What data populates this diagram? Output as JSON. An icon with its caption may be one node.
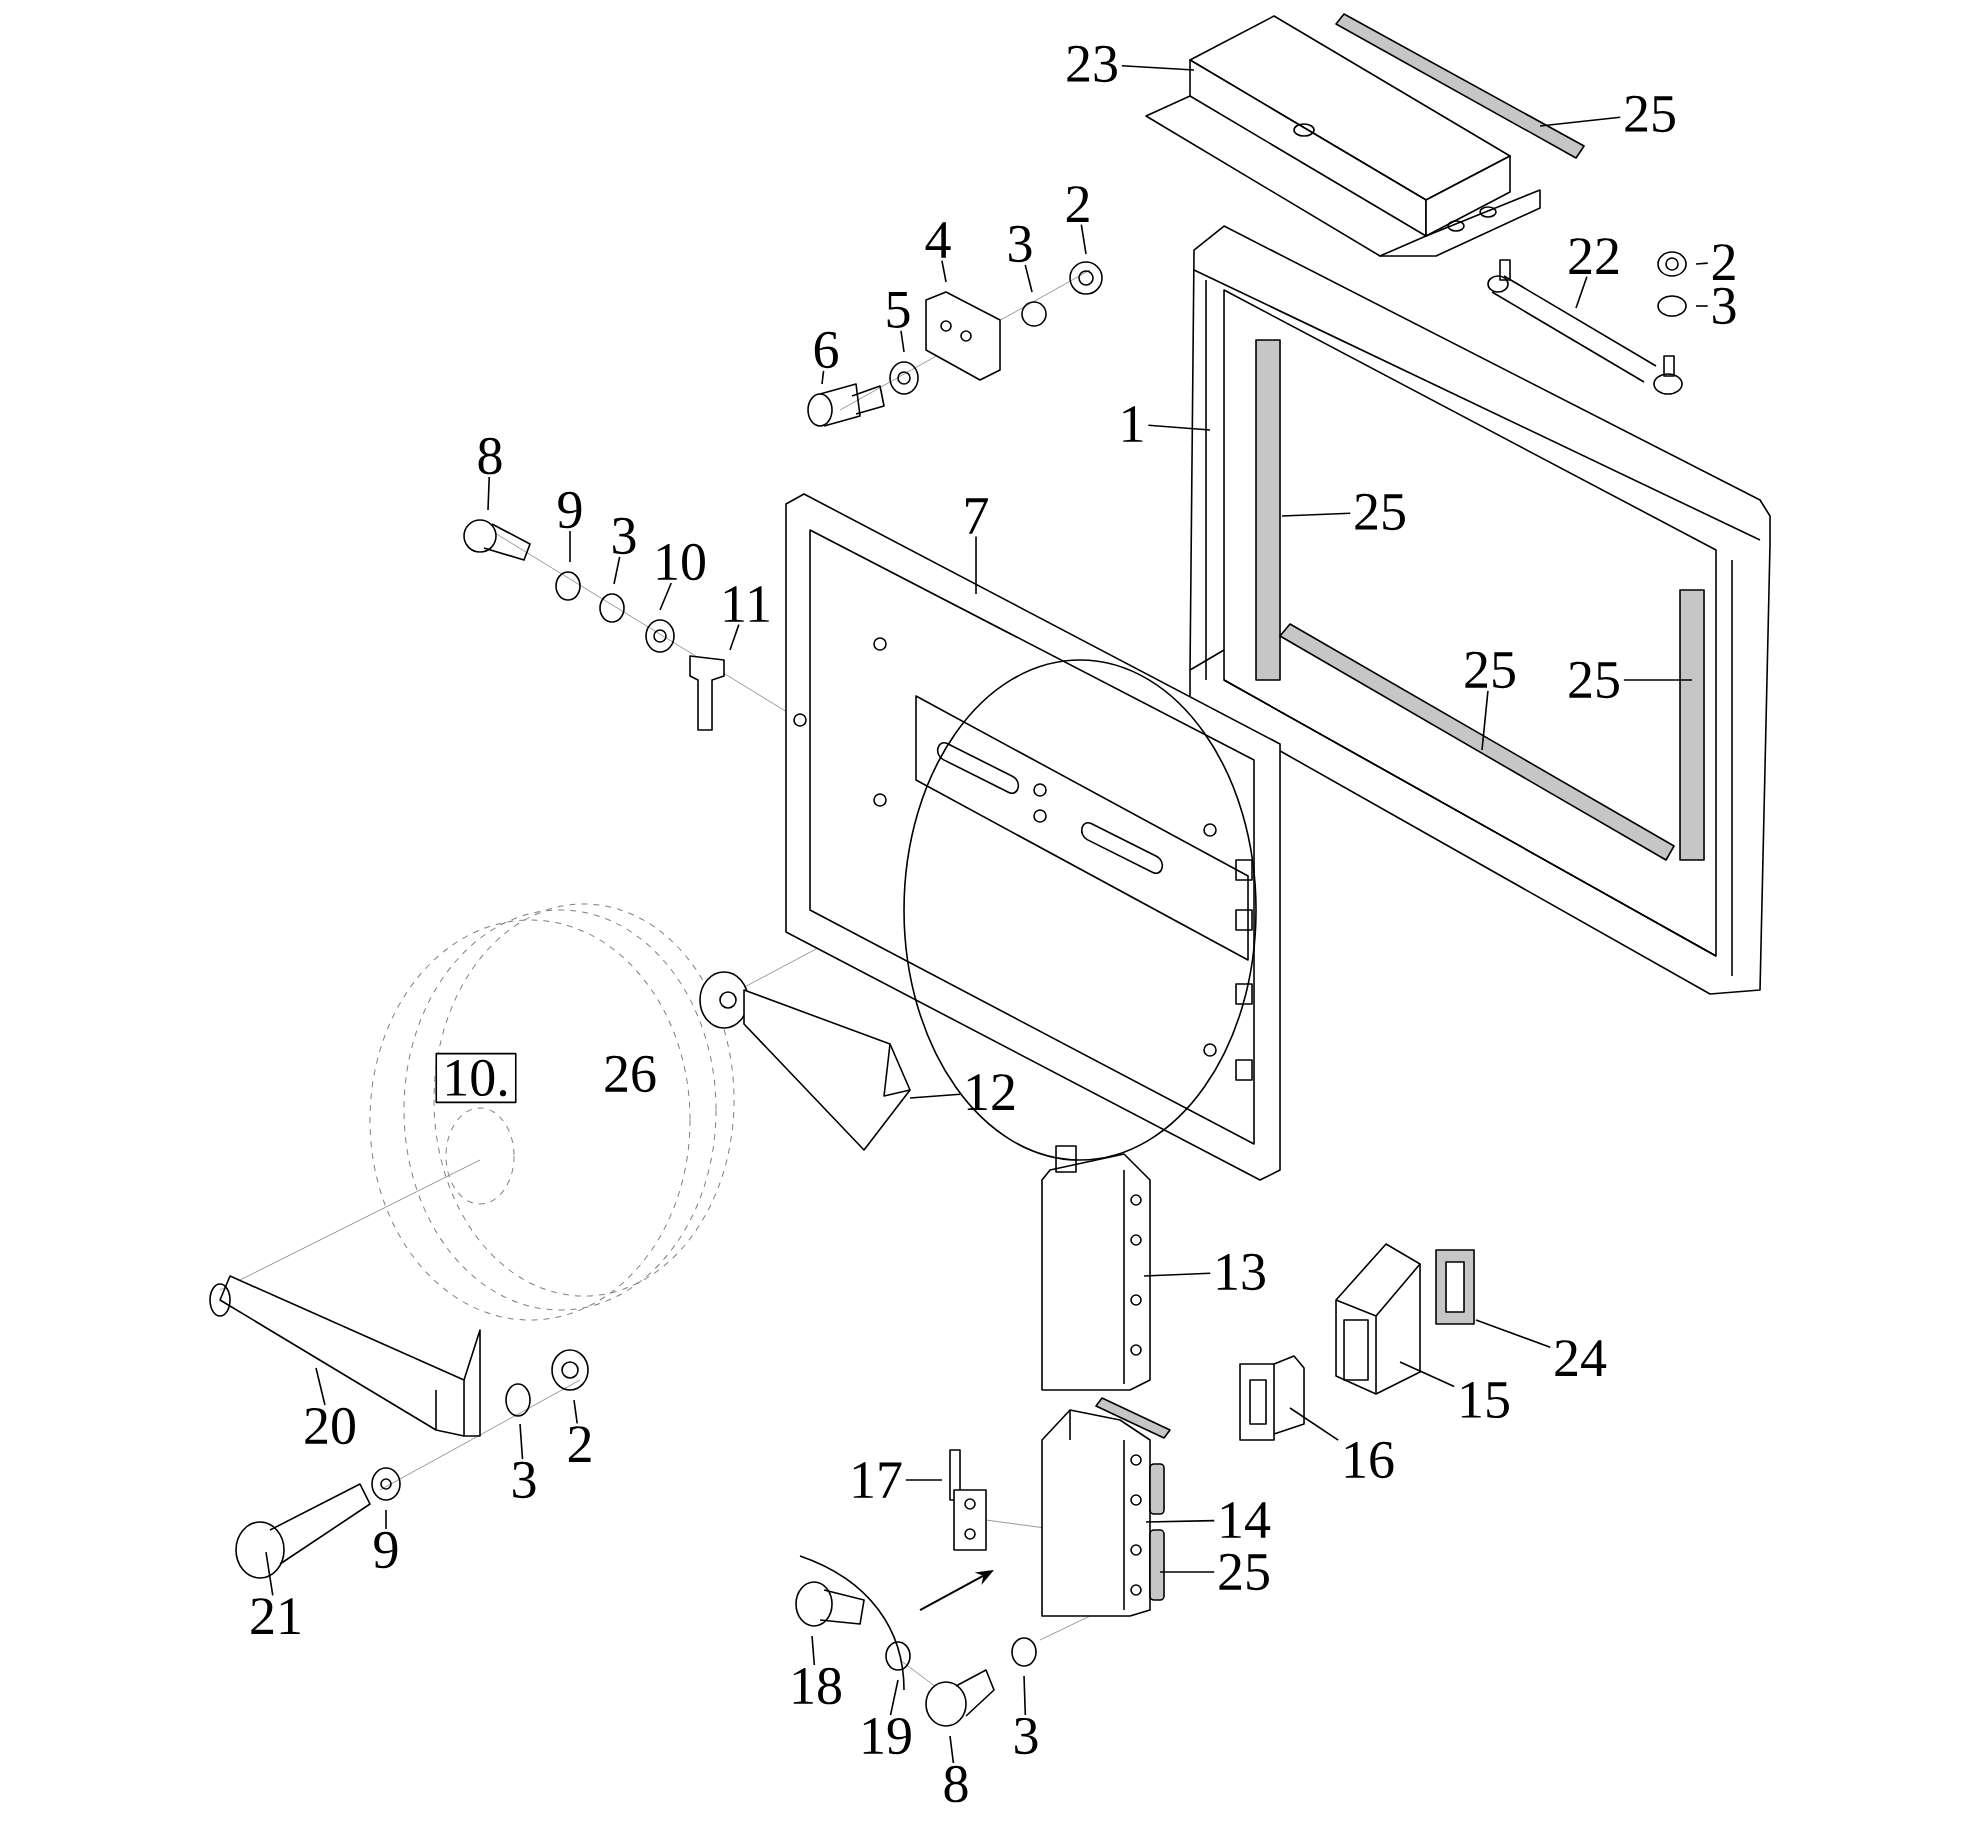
{
  "diagram": {
    "nodes": [
      {
        "text": [
          "23"
        ]
      },
      {
        "text": [
          "25"
        ]
      },
      {
        "text": [
          "2"
        ]
      },
      {
        "text": [
          "4"
        ]
      },
      {
        "text": [
          "3"
        ]
      },
      {
        "text": [
          "22"
        ]
      },
      {
        "text": [
          "2"
        ]
      },
      {
        "text": [
          "5"
        ]
      },
      {
        "text": [
          "3"
        ]
      },
      {
        "text": [
          "6"
        ]
      },
      {
        "text": [
          "1"
        ]
      },
      {
        "text": [
          "8"
        ]
      },
      {
        "text": [
          "25"
        ]
      },
      {
        "text": [
          "7"
        ]
      },
      {
        "text": [
          "9"
        ]
      },
      {
        "text": [
          "3"
        ]
      },
      {
        "text": [
          "10"
        ]
      },
      {
        "text": [
          "11"
        ]
      },
      {
        "text": [
          "25"
        ]
      },
      {
        "text": [
          "25"
        ]
      },
      {
        "text": [
          "10."
        ],
        "beside": [
          "26"
        ]
      },
      {
        "text": [
          "12"
        ]
      },
      {
        "text": [
          "13"
        ]
      },
      {
        "text": [
          "24"
        ]
      },
      {
        "text": [
          "15"
        ]
      },
      {
        "text": [
          "20"
        ]
      },
      {
        "text": [
          "2"
        ]
      },
      {
        "text": [
          "16"
        ]
      },
      {
        "text": [
          "3"
        ]
      },
      {
        "text": [
          "17"
        ]
      },
      {
        "text": [
          "14"
        ]
      },
      {
        "text": [
          "9"
        ]
      },
      {
        "text": [
          "25"
        ]
      },
      {
        "text": [
          "21"
        ]
      },
      {
        "text": [
          "18"
        ]
      },
      {
        "text": [
          "19"
        ]
      },
      {
        "text": [
          "3"
        ]
      },
      {
        "text": [
          "8"
        ]
      }
    ],
    "edges": [
      {
        "from": 0,
        "to": null,
        "arrow": "none"
      },
      {
        "from": 1,
        "to": null,
        "arrow": "none"
      },
      {
        "from": 2,
        "to": null,
        "arrow": "none"
      },
      {
        "from": 3,
        "to": null,
        "arrow": "none"
      },
      {
        "from": 4,
        "to": null,
        "arrow": "none"
      },
      {
        "from": 5,
        "to": null,
        "arrow": "none"
      },
      {
        "from": 6,
        "to": null,
        "arrow": "none"
      },
      {
        "from": 7,
        "to": null,
        "arrow": "none"
      },
      {
        "from": 8,
        "to": null,
        "arrow": "none"
      },
      {
        "from": 9,
        "to": null,
        "arrow": "none"
      },
      {
        "from": 10,
        "to": null,
        "arrow": "none"
      },
      {
        "from": 11,
        "to": null,
        "arrow": "none"
      },
      {
        "from": 12,
        "to": null,
        "arrow": "none"
      },
      {
        "from": 13,
        "to": null,
        "arrow": "none"
      },
      {
        "from": 14,
        "to": null,
        "arrow": "none"
      },
      {
        "from": 15,
        "to": null,
        "arrow": "none"
      },
      {
        "from": 16,
        "to": null,
        "arrow": "none"
      },
      {
        "from": 17,
        "to": null,
        "arrow": "none"
      },
      {
        "from": 18,
        "to": null,
        "arrow": "none"
      },
      {
        "from": 19,
        "to": null,
        "arrow": "none"
      },
      {
        "from": 21,
        "to": null,
        "arrow": "none"
      },
      {
        "from": 22,
        "to": null,
        "arrow": "none"
      },
      {
        "from": 23,
        "to": null,
        "arrow": "none"
      },
      {
        "from": 24,
        "to": null,
        "arrow": "none"
      },
      {
        "from": 25,
        "to": null,
        "arrow": "none"
      },
      {
        "from": 26,
        "to": null,
        "arrow": "none"
      },
      {
        "from": 27,
        "to": null,
        "arrow": "none"
      },
      {
        "from": 28,
        "to": null,
        "arrow": "none"
      },
      {
        "from": 29,
        "to": null,
        "arrow": "none"
      },
      {
        "from": 30,
        "to": null,
        "arrow": "none"
      },
      {
        "from": 31,
        "to": null,
        "arrow": "none"
      },
      {
        "from": 32,
        "to": null,
        "arrow": "none"
      },
      {
        "from": 33,
        "to": null,
        "arrow": "none"
      },
      {
        "from": 34,
        "to": null,
        "arrow": "none"
      },
      {
        "from": 35,
        "to": null,
        "arrow": "none"
      },
      {
        "from": 36,
        "to": null,
        "arrow": "none"
      },
      {
        "from": 37,
        "to": null,
        "arrow": "none"
      }
    ]
  }
}
